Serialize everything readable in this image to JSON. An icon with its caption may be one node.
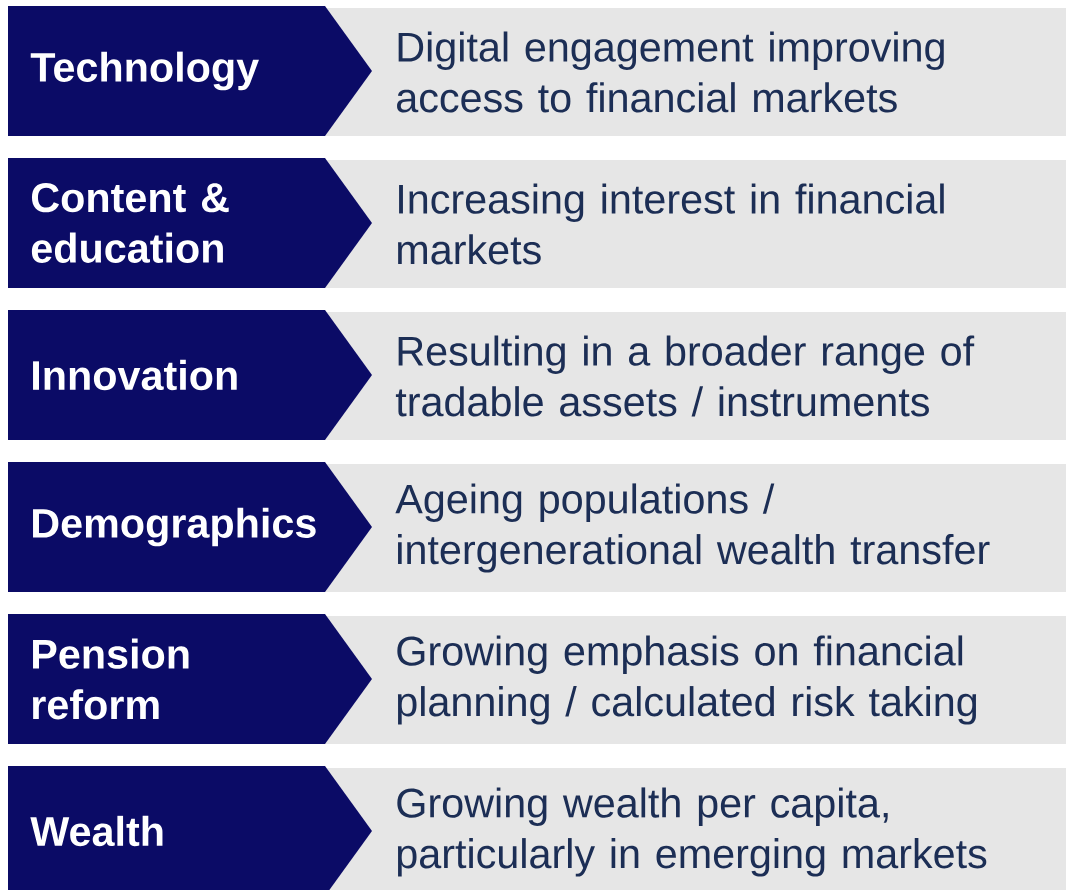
{
  "diagram": {
    "nodes": [
      {
        "text": [
          "Technology"
        ]
      },
      {
        "text": [
          "Digital engagement improving access to financial markets"
        ]
      },
      {
        "text": [
          "Content & education"
        ]
      },
      {
        "text": [
          "Increasing interest in financial markets"
        ]
      },
      {
        "text": [
          "Innovation"
        ]
      },
      {
        "text": [
          "Resulting in a broader range of tradable assets / instruments"
        ]
      },
      {
        "text": [
          "Demographics"
        ]
      },
      {
        "text": [
          "Ageing populations / intergenerational wealth transfer"
        ]
      },
      {
        "text": [
          "Pension reform"
        ]
      },
      {
        "text": [
          "Growing emphasis on financial planning / calculated risk taking"
        ]
      },
      {
        "text": [
          "Wealth"
        ]
      },
      {
        "text": [
          "Growing wealth per capita, particularly in emerging markets"
        ]
      }
    ]
  }
}
